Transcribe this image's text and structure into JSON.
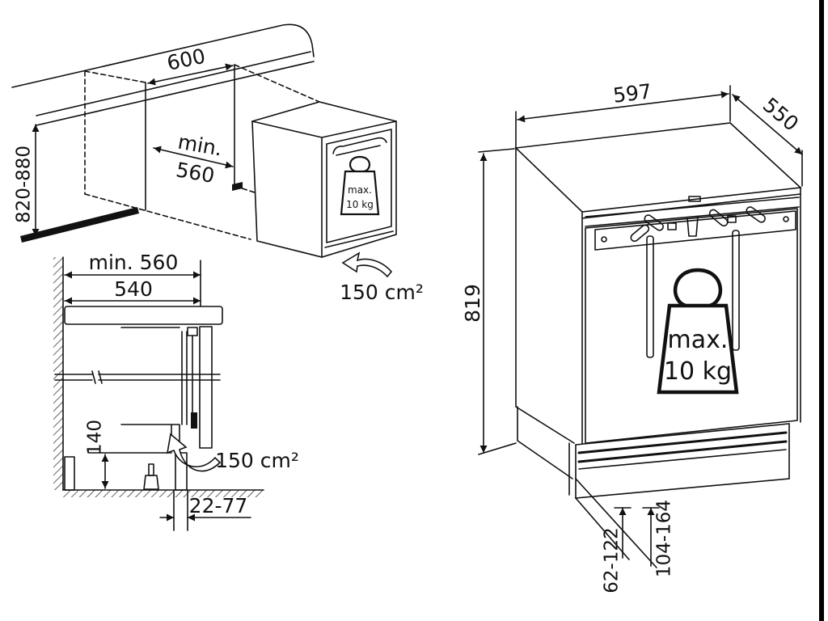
{
  "diagram": {
    "niche_view": {
      "niche_width": "600",
      "niche_depth_prefix": "min.",
      "niche_depth": "560",
      "niche_height": "820-880",
      "weight_max_label": "max.",
      "weight_value": "10 kg",
      "ventilation_area": "150 cm²"
    },
    "section_view": {
      "countertop_depth": "min. 560",
      "appliance_depth": "540",
      "plinth_height": "140",
      "ventilation_area": "150 cm²",
      "plinth_setback": "22-77"
    },
    "appliance_view": {
      "width": "597",
      "depth": "550",
      "height": "819",
      "base_height_low": "62-122",
      "base_height_high": "104-164",
      "weight_max_label": "max.",
      "weight_value": "10 kg"
    }
  },
  "colors": {
    "line": "#111111",
    "background": "#ffffff"
  }
}
